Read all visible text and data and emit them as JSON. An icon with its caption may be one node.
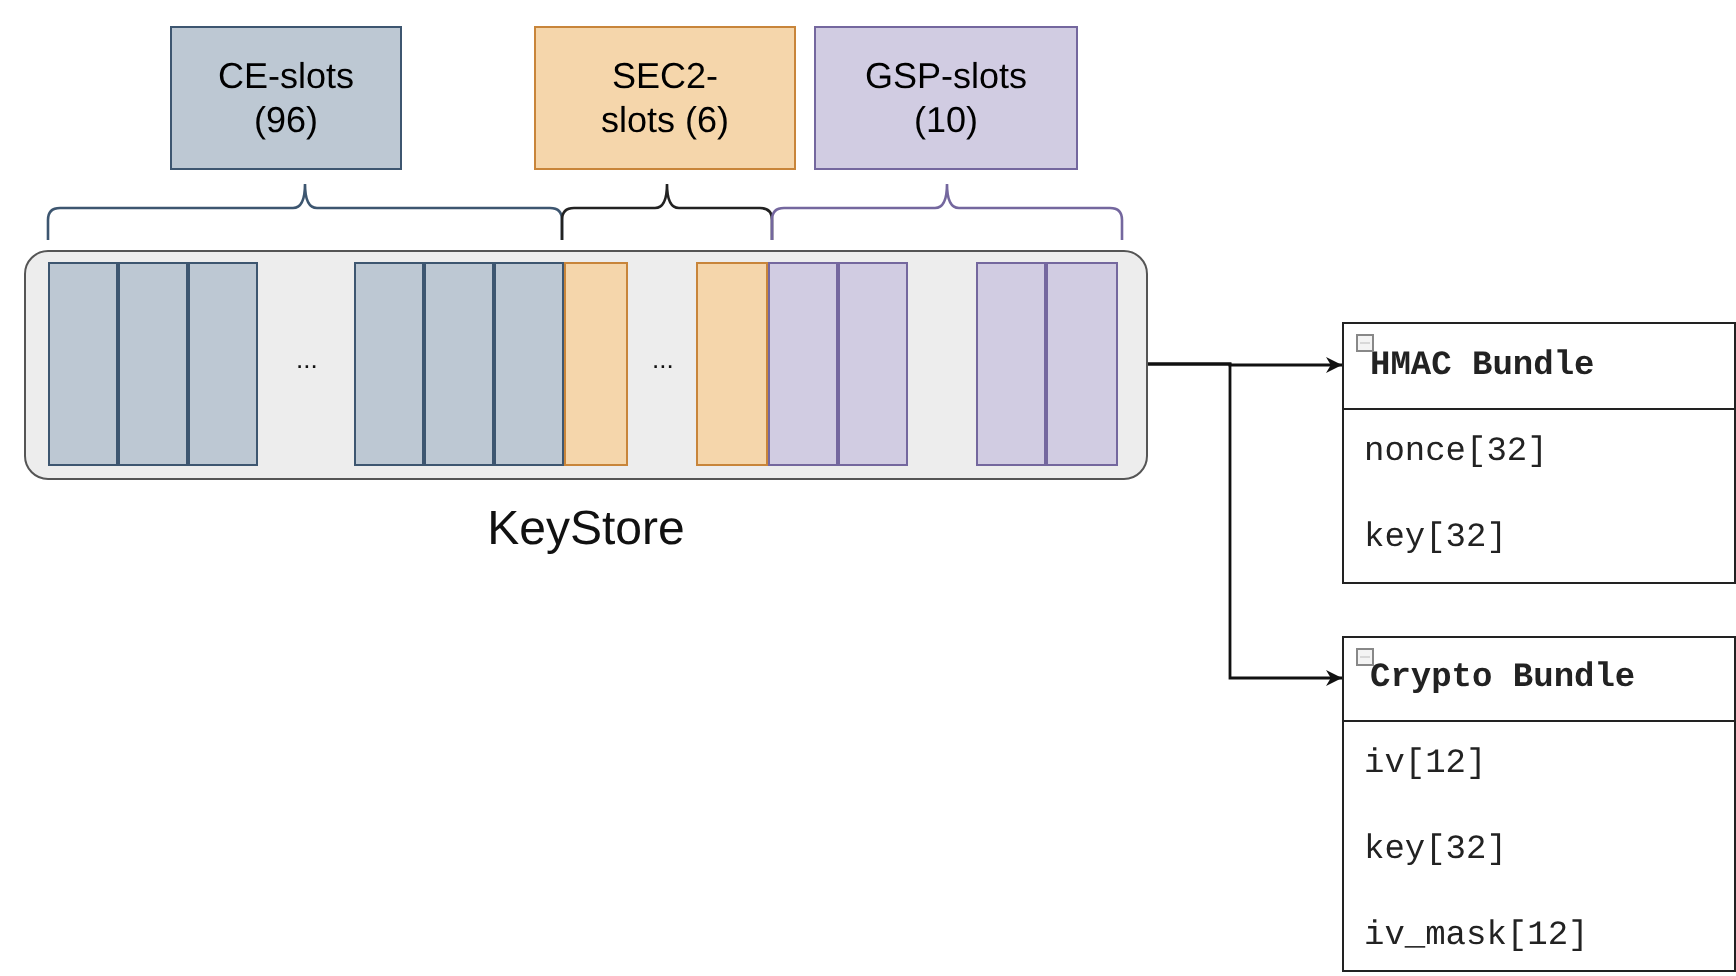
{
  "diagram": {
    "nodes": [
      {
        "text": [
          "CE-slots (96)"
        ]
      },
      {
        "text": [
          "SEC2-slots (6)"
        ]
      },
      {
        "text": [
          "GSP-slots (10)"
        ]
      },
      {
        "text": [
          "KeyStore"
        ]
      },
      {
        "text": [],
        "shape": "box",
        "in": 3
      },
      {
        "text": [],
        "shape": "box",
        "in": 3
      },
      {
        "text": [],
        "shape": "box",
        "in": 3
      },
      {
        "text": [],
        "shape": "box",
        "in": 3
      },
      {
        "text": [],
        "shape": "box",
        "in": 3
      },
      {
        "text": [],
        "shape": "box",
        "in": 3
      },
      {
        "text": [],
        "shape": "box",
        "in": 3
      },
      {
        "text": [],
        "shape": "box",
        "in": 3
      },
      {
        "text": [],
        "shape": "box",
        "in": 3
      },
      {
        "text": [],
        "shape": "box",
        "in": 3
      },
      {
        "text": [],
        "shape": "box",
        "in": 3
      },
      {
        "text": [],
        "shape": "box",
        "in": 3
      },
      {
        "text": [
          "HMAC Bundle",
          "nonce[32]",
          "key[32]"
        ]
      },
      {
        "text": [
          "Crypto Bundle",
          "iv[12]",
          "key[32]",
          "iv_mask[12]"
        ]
      }
    ],
    "edges": [
      {
        "from": 15,
        "to": 16,
        "arrow": "to"
      },
      {
        "from": 15,
        "to": 17,
        "arrow": "to"
      }
    ],
    "labels": [
      "...",
      "..."
    ]
  }
}
